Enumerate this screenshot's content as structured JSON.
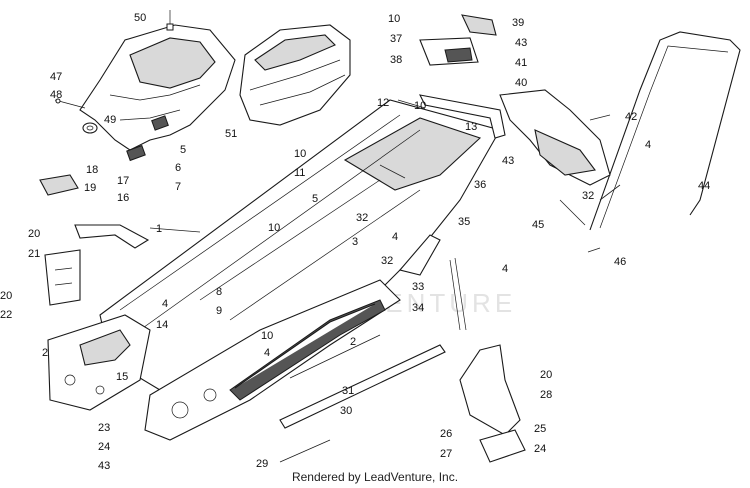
{
  "footer": {
    "credit": "Rendered by LeadVenture, Inc."
  },
  "watermark": {
    "text": "LEADVENTURE"
  },
  "colors": {
    "line": "#1a1a1a",
    "fill_light": "#d9d9d9",
    "fill_dark": "#555555",
    "background": "#ffffff"
  },
  "callouts": [
    {
      "id": "50",
      "label": "50"
    },
    {
      "id": "47",
      "label": "47"
    },
    {
      "id": "48",
      "label": "48"
    },
    {
      "id": "49",
      "label": "49"
    },
    {
      "id": "51",
      "label": "51"
    },
    {
      "id": "18",
      "label": "18"
    },
    {
      "id": "19",
      "label": "19"
    },
    {
      "id": "17",
      "label": "17"
    },
    {
      "id": "16",
      "label": "16"
    },
    {
      "id": "5a",
      "label": "5"
    },
    {
      "id": "6",
      "label": "6"
    },
    {
      "id": "7",
      "label": "7"
    },
    {
      "id": "20a",
      "label": "20"
    },
    {
      "id": "21",
      "label": "21"
    },
    {
      "id": "20b",
      "label": "20"
    },
    {
      "id": "22",
      "label": "22"
    },
    {
      "id": "1",
      "label": "1"
    },
    {
      "id": "2a",
      "label": "2"
    },
    {
      "id": "4a",
      "label": "4"
    },
    {
      "id": "14",
      "label": "14"
    },
    {
      "id": "15",
      "label": "15"
    },
    {
      "id": "23",
      "label": "23"
    },
    {
      "id": "24a",
      "label": "24"
    },
    {
      "id": "43a",
      "label": "43"
    },
    {
      "id": "8",
      "label": "8"
    },
    {
      "id": "9",
      "label": "9"
    },
    {
      "id": "10a",
      "label": "10"
    },
    {
      "id": "10b",
      "label": "10"
    },
    {
      "id": "11",
      "label": "11"
    },
    {
      "id": "5b",
      "label": "5"
    },
    {
      "id": "10c",
      "label": "10"
    },
    {
      "id": "4b",
      "label": "4"
    },
    {
      "id": "31",
      "label": "31"
    },
    {
      "id": "30",
      "label": "30"
    },
    {
      "id": "29",
      "label": "29"
    },
    {
      "id": "32a",
      "label": "32"
    },
    {
      "id": "3",
      "label": "3"
    },
    {
      "id": "2b",
      "label": "2"
    },
    {
      "id": "4c",
      "label": "4"
    },
    {
      "id": "32b",
      "label": "32"
    },
    {
      "id": "33",
      "label": "33"
    },
    {
      "id": "34",
      "label": "34"
    },
    {
      "id": "4d",
      "label": "4"
    },
    {
      "id": "35",
      "label": "35"
    },
    {
      "id": "36",
      "label": "36"
    },
    {
      "id": "12",
      "label": "12"
    },
    {
      "id": "10d",
      "label": "10"
    },
    {
      "id": "13",
      "label": "13"
    },
    {
      "id": "10e",
      "label": "10"
    },
    {
      "id": "37",
      "label": "37"
    },
    {
      "id": "38",
      "label": "38"
    },
    {
      "id": "39",
      "label": "39"
    },
    {
      "id": "43b",
      "label": "43"
    },
    {
      "id": "41",
      "label": "41"
    },
    {
      "id": "40",
      "label": "40"
    },
    {
      "id": "42",
      "label": "42"
    },
    {
      "id": "43c",
      "label": "43"
    },
    {
      "id": "4e",
      "label": "4"
    },
    {
      "id": "44",
      "label": "44"
    },
    {
      "id": "32c",
      "label": "32"
    },
    {
      "id": "45",
      "label": "45"
    },
    {
      "id": "46",
      "label": "46"
    },
    {
      "id": "20c",
      "label": "20"
    },
    {
      "id": "28",
      "label": "28"
    },
    {
      "id": "26",
      "label": "26"
    },
    {
      "id": "25",
      "label": "25"
    },
    {
      "id": "27",
      "label": "27"
    },
    {
      "id": "24b",
      "label": "24"
    }
  ]
}
